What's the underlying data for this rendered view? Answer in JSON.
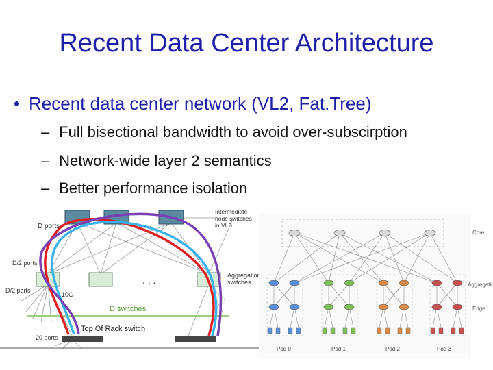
{
  "slide": {
    "title": "Recent Data Center Architecture",
    "bullet": "Recent data center network (VL2, Fat.Tree)",
    "subbullets": [
      "Full bisectional bandwidth to avoid over-subscirption",
      "Network-wide layer 2 semantics",
      "Better performance isolation"
    ]
  },
  "vl2": {
    "d_ports": "D ports",
    "intermediate": "Intermediate\nnode switches\nin VLB",
    "d2_ports_top": "D/2 ports",
    "d2_ports_left": "D/2 ports",
    "aggregation": "Aggregation\nswitches",
    "tenG": "10G",
    "d_switches": "D switches",
    "tor": "Top Of Rack switch",
    "twenty_ports": "20 ports",
    "ellipsis": ". . ."
  },
  "fattree": {
    "core_label": "Core",
    "aggregation_label": "Aggregation",
    "edge_label": "Edge",
    "pods": [
      "Pod 0",
      "Pod 1",
      "Pod 2",
      "Pod 3"
    ],
    "pod_colors": [
      "#5a8fd6",
      "#7fbf5a",
      "#d88a4a",
      "#c85050"
    ]
  },
  "path_colors": {
    "red": "#e02020",
    "blue": "#39b3ea",
    "purple": "#7a3fb0"
  }
}
